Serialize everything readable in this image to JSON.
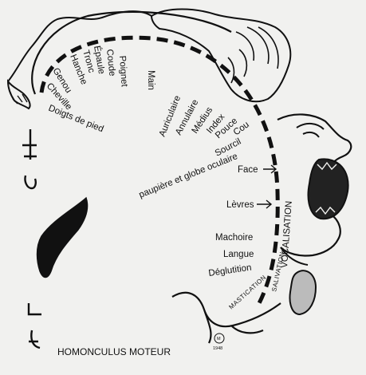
{
  "title": "HOMONCULUS MOTEUR",
  "labels": {
    "doigts_de_pied": "Doigts de pied",
    "cheville": "Cheville",
    "genou": "Genou",
    "hanche": "Hanche",
    "tronc": "Tronc",
    "epaule": "Épaule",
    "coude": "Coude",
    "poignet": "Poignet",
    "main": "Main",
    "auriculaire": "Auriculaire",
    "annulaire": "Annulaire",
    "medius": "Médius",
    "index": "Index",
    "pouce": "Pouce",
    "cou": "Cou",
    "sourcil": "Sourcil",
    "paupiere": "paupière et globe oculaire",
    "face": "Face",
    "levres": "Lèvres",
    "machoire": "Machoire",
    "langue": "Langue",
    "deglutition": "Déglutition",
    "vocalisation": "VOCALISATION",
    "salivation": "SALIVATION",
    "mastication": "MASTICATION"
  },
  "signature": {
    "initials": "M",
    "year": "1948"
  }
}
